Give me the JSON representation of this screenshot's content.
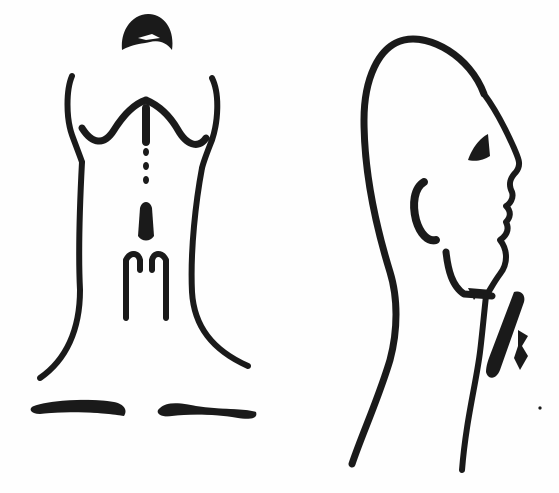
{
  "figure": {
    "panels": [
      {
        "view": "front",
        "shows": [
          "head-top",
          "shoulders",
          "neck",
          "clavicles",
          "trachea"
        ]
      },
      {
        "view": "side",
        "shows": [
          "head-profile",
          "ear",
          "jaw",
          "neck-front",
          "trachea"
        ]
      }
    ],
    "colors": {
      "ink": "#1a1a1a",
      "paper": "#fefefe"
    }
  }
}
